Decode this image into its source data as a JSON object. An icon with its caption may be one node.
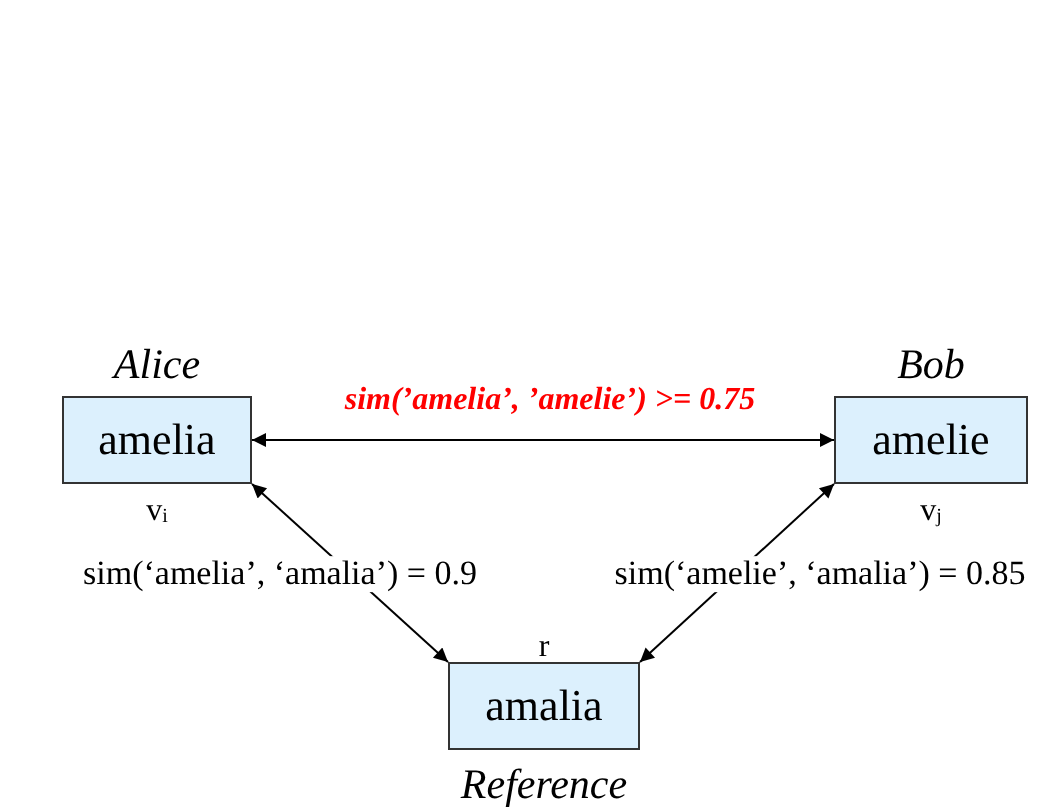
{
  "diagram": {
    "nodes": [
      {
        "text": [
          "Alice",
          "amelia"
        ],
        "beside": [
          "v$_{i}$"
        ]
      },
      {
        "text": [
          "Bob",
          "amelie"
        ],
        "beside": [
          "v$_{j}$"
        ]
      },
      {
        "text": [
          "amalia",
          "Reference"
        ],
        "beside": [
          "r"
        ]
      }
    ],
    "edges": [
      {
        "from": 0,
        "to": 1,
        "arrow": "both",
        "label": "sim(’amelia’, ’amelie’) >= 0.75"
      },
      {
        "from": 2,
        "to": 0,
        "arrow": "both",
        "label": "sim(‘amelia’, ‘amalia’) = 0.9"
      },
      {
        "from": 2,
        "to": 1,
        "arrow": "both",
        "label": "sim(‘amelie’, ‘amalia’) = 0.85"
      }
    ]
  }
}
